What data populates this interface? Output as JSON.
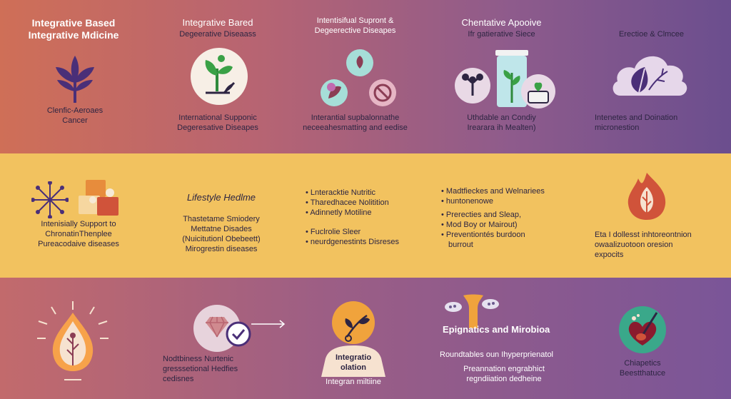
{
  "top": {
    "col1": {
      "title": [
        "Integrative Based",
        "Integrative Mdicine"
      ],
      "caption": [
        "Clenfic-Aeroaes",
        "Cancer"
      ]
    },
    "col2": {
      "title": [
        "Integrative Bared"
      ],
      "subtitle": [
        "Degeerative Diseaass"
      ],
      "caption": [
        "International Supponic",
        "Degeresative Diseapes"
      ]
    },
    "col3": {
      "title": [
        "Intentisifual Supront &",
        "Degeerective Diseapes"
      ],
      "caption": [
        "Interantial supbalonnathe",
        "neceeahesmatting and eedise"
      ]
    },
    "col4": {
      "title": [
        "Chentative Apooive"
      ],
      "subtitle": [
        "Ifr gatierative Siece"
      ],
      "caption": [
        "Uthdable an Condiy",
        "Irearara ih Mealten)"
      ]
    },
    "col5": {
      "title": [
        "Erectioe & Clmcee"
      ],
      "caption": [
        "Intenetes and Doination",
        "micronestion"
      ]
    }
  },
  "mid": {
    "col1": {
      "caption": [
        "Intenisially Support to",
        "ChronatinThenplee",
        "Pureacodaive diseases"
      ]
    },
    "col2": {
      "title": "Lifestyle Hedlme",
      "lines": [
        "Thastetame Smiodery",
        "Mettatne Disades",
        "(Nuicitutionl Obebeett)",
        "Mirogrestin diseases"
      ]
    },
    "col3": {
      "bullets1": [
        "Lnteracktie Nutritic",
        "Tharedhacee Nolitition",
        "Adinnetly Motiline"
      ],
      "bullets2": [
        "Fuclrolie Sleer",
        "neurdgenestints Disreses"
      ]
    },
    "col4": {
      "bullets1": [
        "Madtfieckes and Welnariees",
        "huntonenowe"
      ],
      "bullets2": [
        "Prerecties and Sleap,",
        "Mod Boy or Mairout)",
        "Preventiontés burdoon"
      ],
      "tail": [
        "burrout"
      ]
    },
    "col5": {
      "caption": [
        "Eta I dollesst inhtoreontnion",
        "owaalizuotoon oresion",
        "expocits"
      ]
    }
  },
  "bot": {
    "col2": {
      "caption": [
        "Nodtbiness Nurtenic",
        "gresssetional Hedfies",
        "cedisnes"
      ]
    },
    "col3": {
      "title": [
        "Integratio",
        "olation"
      ],
      "caption": "Integran miltiine"
    },
    "col4": {
      "title": "Epignatics and Mirobioa",
      "lines": [
        "Roundtables oun Ihyperprienatol"
      ],
      "lines2": [
        "Preannation engrabhict",
        "regndiiation dedheine"
      ]
    },
    "col5": {
      "caption": [
        "Chiapetics",
        "Beestthatuce"
      ]
    }
  },
  "colors": {
    "purple": "#4a2f78",
    "green": "#2f8a3c",
    "orange": "#e7a23a",
    "red": "#d0533a"
  }
}
